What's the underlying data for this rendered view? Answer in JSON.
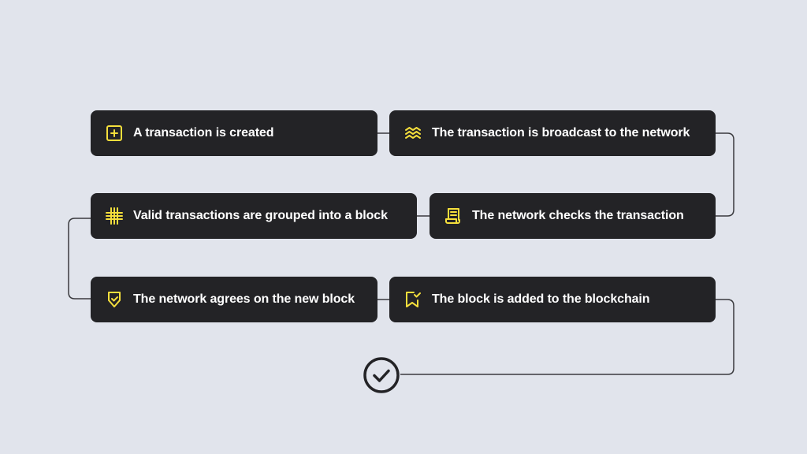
{
  "diagram": {
    "accent_color": "#f5df3c",
    "card_color": "#232326",
    "line_color": "#3a3a3e",
    "steps": [
      {
        "label": "A transaction is created",
        "icon": "plus-square-icon"
      },
      {
        "label": "The transaction is broadcast to the network",
        "icon": "waves-icon"
      },
      {
        "label": "Valid transactions are grouped into a block",
        "icon": "hash-grid-icon"
      },
      {
        "label": "The network checks the transaction",
        "icon": "receipt-icon"
      },
      {
        "label": "The network agrees on the new block",
        "icon": "shield-check-icon"
      },
      {
        "label": "The block is added to the blockchain",
        "icon": "bookmark-check-icon"
      }
    ],
    "end_icon": "check-circle-icon"
  }
}
